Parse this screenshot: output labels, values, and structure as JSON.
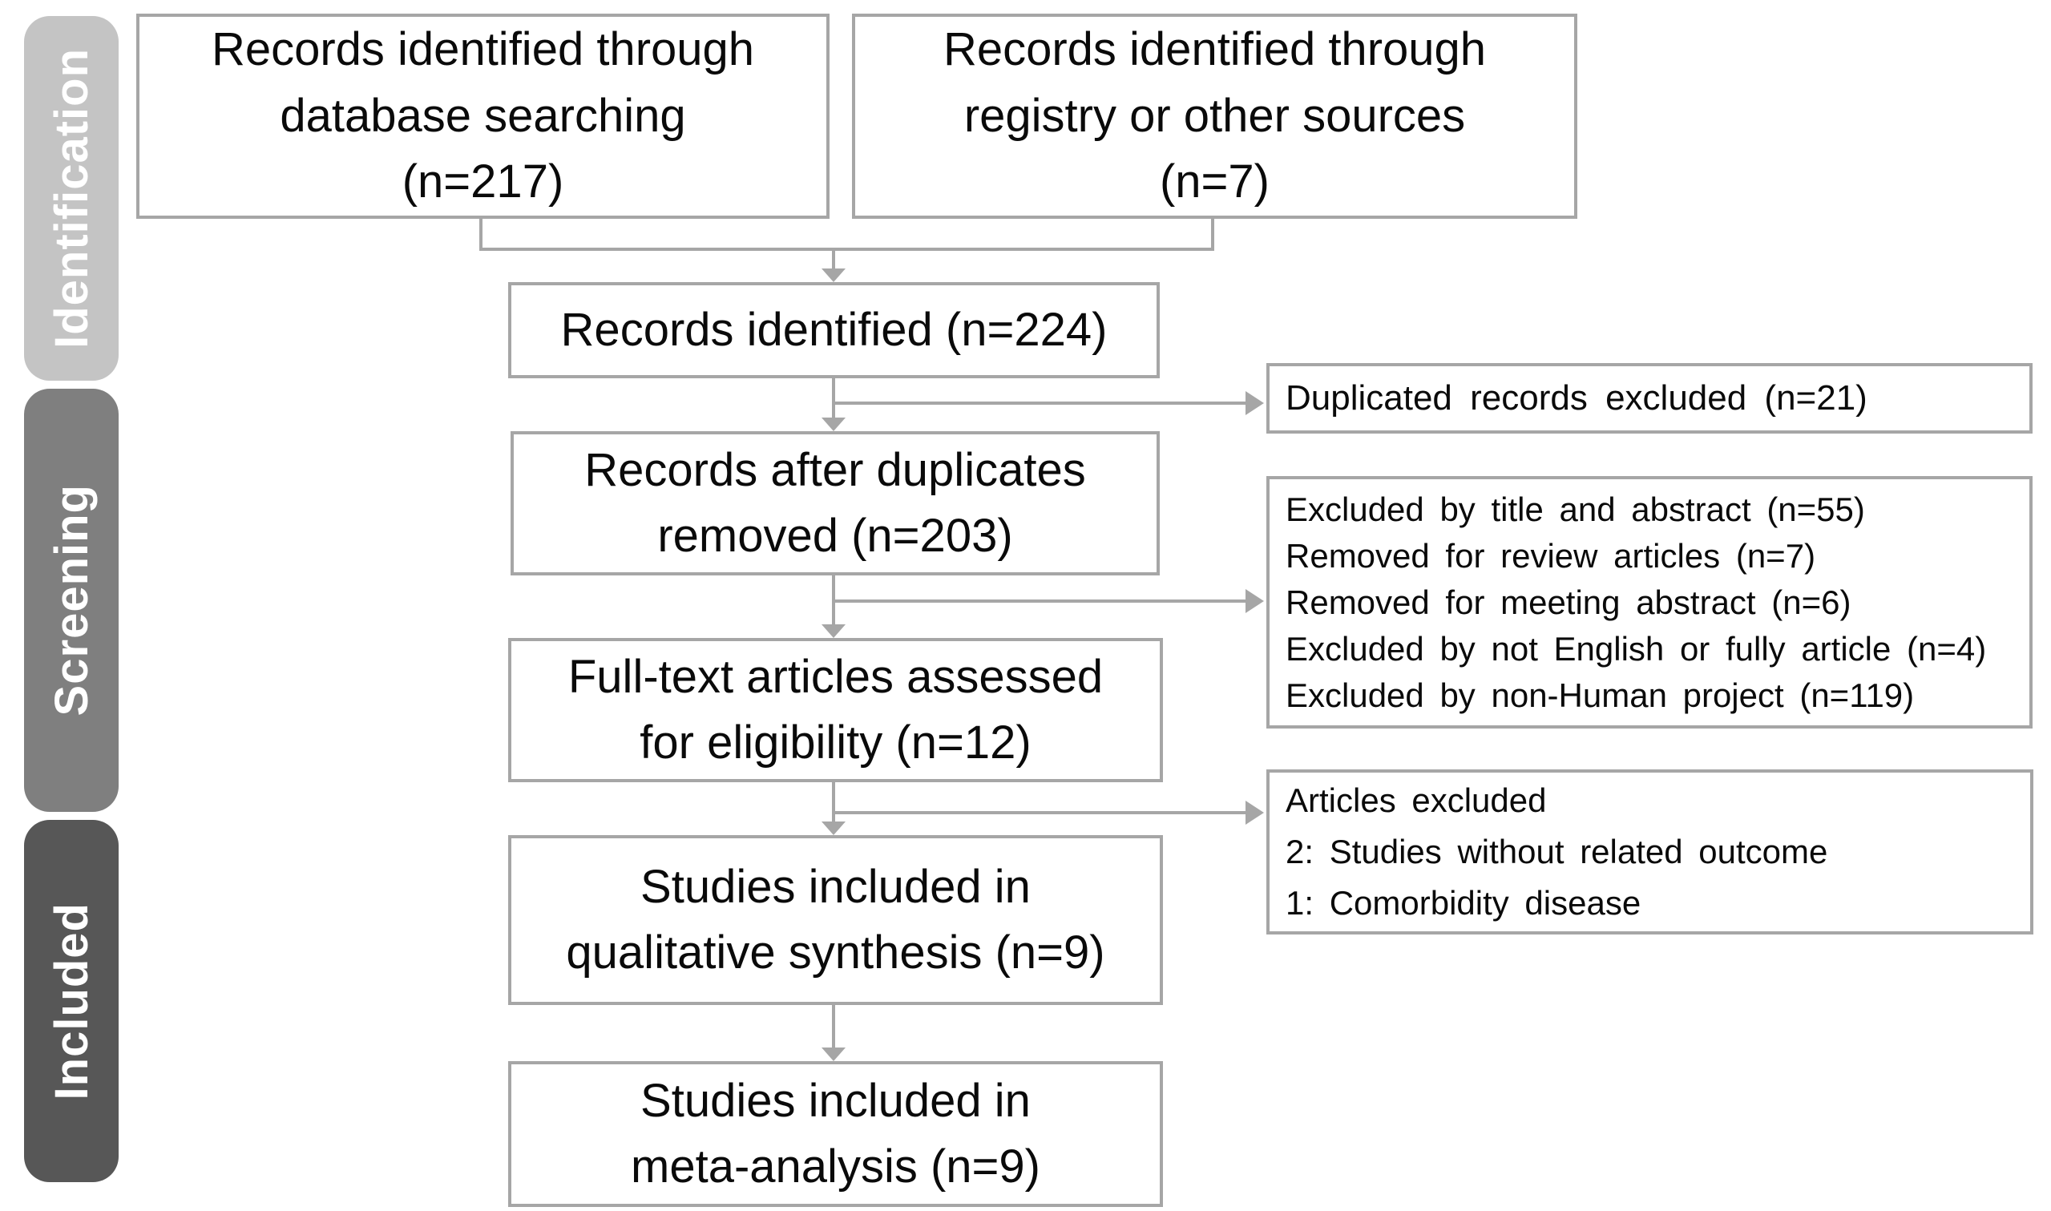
{
  "stages": [
    {
      "label": "Identification",
      "color": "#c4c4c4"
    },
    {
      "label": "Screening",
      "color": "#7f7f7f"
    },
    {
      "label": "Included",
      "color": "#575757"
    }
  ],
  "boxes": {
    "database_search": {
      "text": "Records identified through\ndatabase searching\n(n=217)"
    },
    "registry_sources": {
      "text": "Records identified through\nregistry or other sources\n(n=7)"
    },
    "records_identified": {
      "text": "Records identified (n=224)"
    },
    "duplicates_excluded": {
      "text": "Duplicated records excluded (n=21)"
    },
    "after_duplicates": {
      "text": "Records after duplicates\nremoved (n=203)"
    },
    "screening_exclusions": {
      "lines": [
        "Excluded by title and abstract (n=55)",
        "Removed for review articles (n=7)",
        "Removed for meeting abstract (n=6)",
        "Excluded by not English or fully article (n=4)",
        "Excluded by non-Human project (n=119)"
      ]
    },
    "fulltext_assessed": {
      "text": "Full-text articles assessed\nfor eligibility (n=12)"
    },
    "articles_excluded": {
      "lines": [
        "Articles excluded",
        "2: Studies without related outcome",
        "1: Comorbidity disease"
      ]
    },
    "qualitative_synthesis": {
      "text": "Studies included in\nqualitative synthesis (n=9)"
    },
    "meta_analysis": {
      "text": "Studies included in\nmeta-analysis (n=9)"
    }
  },
  "colors": {
    "box_border": "#a6a6a6",
    "connector": "#a6a6a6",
    "text": "#0a0a0a",
    "stage_text": "#ffffff",
    "background": "#ffffff"
  }
}
